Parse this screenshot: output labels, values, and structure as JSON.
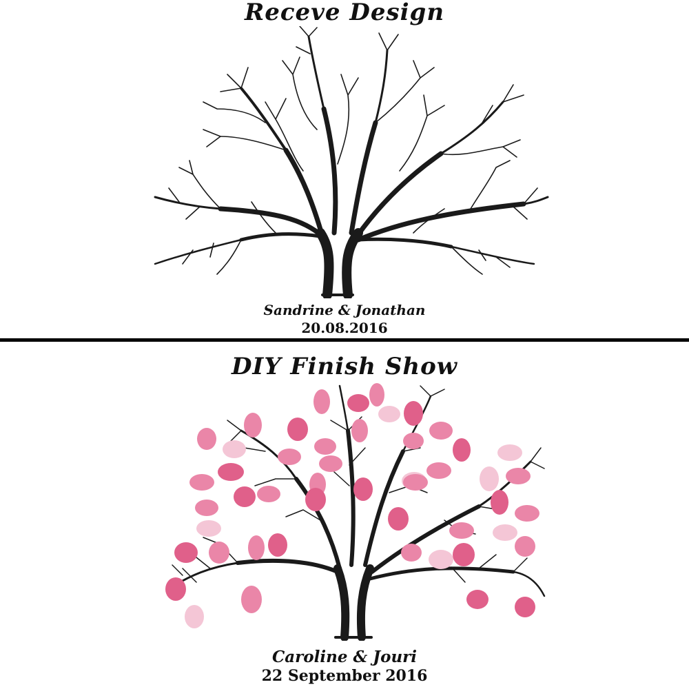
{
  "top_panel": {
    "heading": "Receve Design",
    "names": "Sandrine & Jonathan",
    "date": "20.08.2016"
  },
  "bottom_panel": {
    "heading": "DIY Finish Show",
    "names": "Caroline & Jouri",
    "date": "22 September 2016"
  },
  "colors": {
    "ink": "#1a1a1a",
    "fingerprint_dark": "#e0608a",
    "fingerprint_mid": "#ea86a8",
    "fingerprint_light": "#f4c6d6",
    "divider": "#000000"
  }
}
